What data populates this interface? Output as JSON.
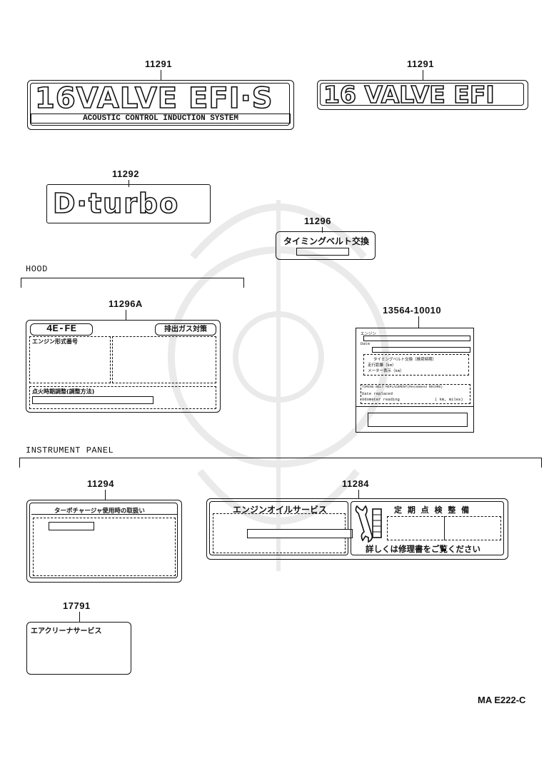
{
  "labels": {
    "p11291_a": {
      "part_no": "11291",
      "main": "16VALVE EFI·S",
      "sub": "ACOUSTIC  CONTROL  INDUCTION  SYSTEM"
    },
    "p11291_b": {
      "part_no": "11291",
      "main": "16 VALVE EFI"
    },
    "p11292": {
      "part_no": "11292",
      "main": "D·turbo"
    },
    "p11296": {
      "part_no": "11296",
      "text": "タイミングベルト交換"
    },
    "p11296A": {
      "part_no": "11296A",
      "engine": "4E-FE",
      "badge": "排出ガス対策",
      "field1": "エンジン形式番号",
      "field2": "点火時期調整(調整方法)"
    },
    "p13564": {
      "part_no": "13564-10010",
      "line1": "エンジン",
      "line2": "Date",
      "line3": "タイミングベルト交換（推奨時期）",
      "line4": "走行距離（km）",
      "line5": "メーター表示（km）",
      "line6": "TIMING BELT REPLACEMENT(Recommend RECORD)",
      "line7": "Date replaced",
      "line8": "Odometer reading",
      "line9": "( km, miles)"
    },
    "p11294": {
      "part_no": "11294",
      "title": "ターボチャージャ使用時の取扱い"
    },
    "p11284": {
      "part_no": "11284",
      "left_title": "エンジンオイルサービス",
      "right_title": "定 期 点 検 整 備",
      "right_bottom": "詳しくは修理書をご覧ください"
    },
    "p17791": {
      "part_no": "17791",
      "title": "エアクリーナサービス"
    }
  },
  "sections": {
    "hood": "HOOD",
    "instrument_panel": "INSTRUMENT  PANEL"
  },
  "diagram_code": "MA E222-C"
}
